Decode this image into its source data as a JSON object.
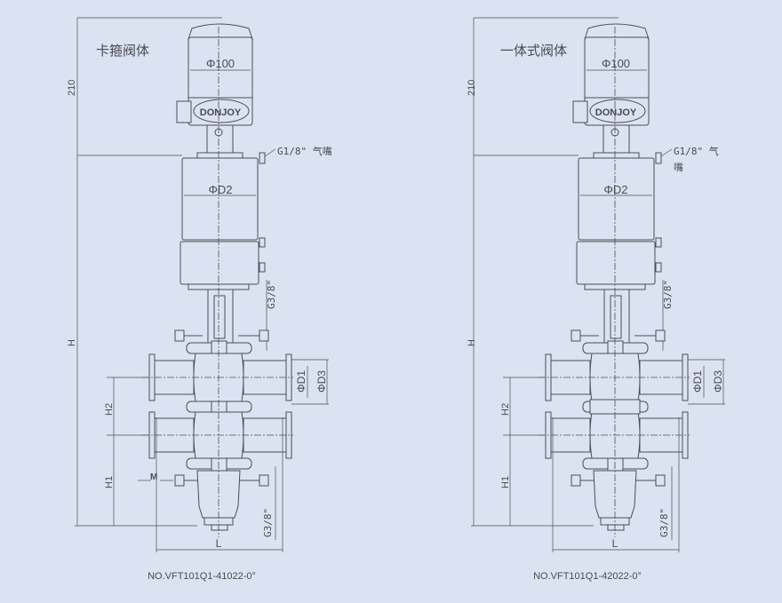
{
  "drawings": [
    {
      "title": "卡箍阀体",
      "actuator_dia": "Φ100",
      "brand": "DONJOY",
      "height_top": "210",
      "height_total": "H",
      "air_port": "G1/8\" 气嘴",
      "cyl_dia": "ΦD2",
      "port_upper": "G3/8\"",
      "port_lower": "G3/8\"",
      "d1": "ΦD1",
      "d3": "ΦD3",
      "h1": "H1",
      "h2": "H2",
      "m": "M",
      "l": "L",
      "caption": "NO.VFT101Q1-41022-0°"
    },
    {
      "title": "一体式阀体",
      "actuator_dia": "Φ100",
      "brand": "DONJOY",
      "height_top": "210",
      "height_total": "H",
      "air_port_line1": "G1/8\" 气",
      "air_port_line2": "嘴",
      "cyl_dia": "ΦD2",
      "port_upper": "G3/8\"",
      "port_lower": "G3/8\"",
      "d1": "ΦD1",
      "d3": "ΦD3",
      "h1": "H1",
      "h2": "H2",
      "l": "L",
      "caption": "NO.VFT101Q1-42022-0°"
    }
  ],
  "colors": {
    "background": "#dbe3f2",
    "line": "#4d4d52"
  }
}
